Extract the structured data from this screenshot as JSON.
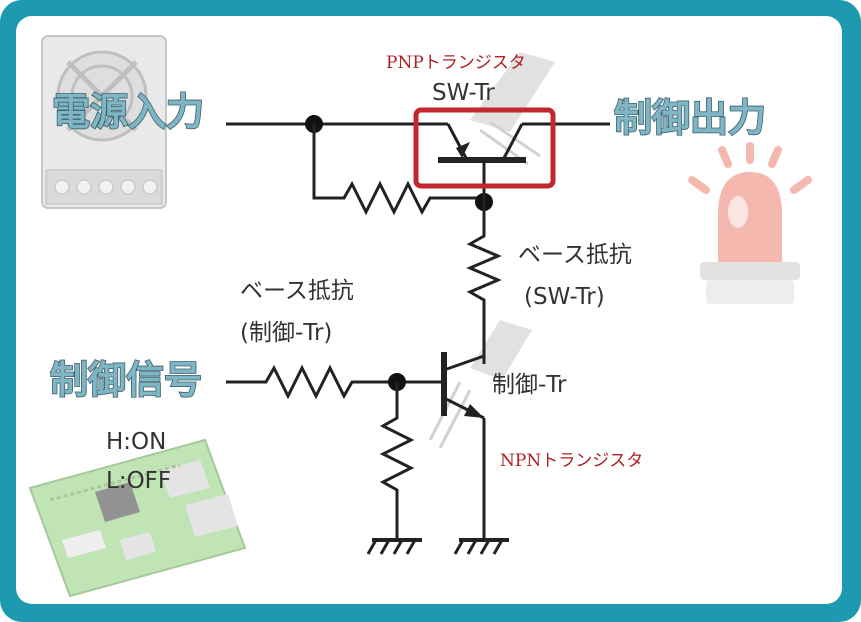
{
  "labels": {
    "power_input": "電源入力",
    "control_output": "制御出力",
    "control_signal": "制御信号",
    "pnp_transistor": "PNPトランジスタ",
    "npn_transistor": "NPNトランジスタ",
    "sw_tr": "SW-Tr",
    "base_resistor_sw_line1": "ベース抵抗",
    "base_resistor_sw_line2": "(SW-Tr)",
    "base_resistor_ctrl_line1": "ベース抵抗",
    "base_resistor_ctrl_line2": "(制御-Tr)",
    "control_tr": "制御-Tr",
    "signal_on": "H:ON",
    "signal_off": "L:OFF"
  },
  "colors": {
    "frame": "#1e9ab0",
    "highlight_box": "#c0282d",
    "big_label_fill": "#7fb6c6",
    "red_text": "#b02020"
  },
  "icons": [
    "power-supply-icon",
    "warning-light-icon",
    "circuit-board-icon",
    "transistor-icon"
  ]
}
